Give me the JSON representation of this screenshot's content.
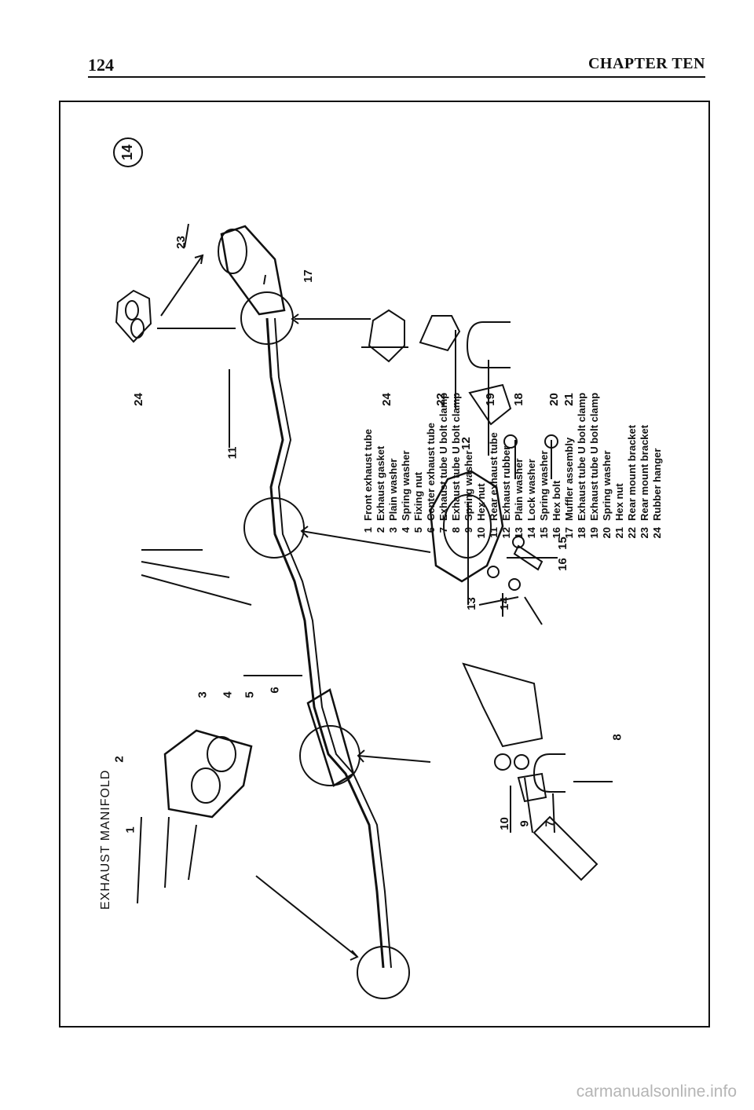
{
  "header": {
    "page_number": "124",
    "chapter": "CHAPTER TEN"
  },
  "figure": {
    "number": "14",
    "manifold_label": "EXHAUST MANIFOLD"
  },
  "legend": [
    {
      "num": "1",
      "text": "Front exhaust tube"
    },
    {
      "num": "2",
      "text": "Exhaust gasket"
    },
    {
      "num": "3",
      "text": "Plain washer"
    },
    {
      "num": "4",
      "text": "Spring washer"
    },
    {
      "num": "5",
      "text": "Fixing nut"
    },
    {
      "num": "6",
      "text": "Center exhaust tube"
    },
    {
      "num": "7",
      "text": "Exhaust tube U bolt clamp"
    },
    {
      "num": "8",
      "text": "Exhaust tube U bolt clamp"
    },
    {
      "num": "9",
      "text": "Spring washer"
    },
    {
      "num": "10",
      "text": "Hex nut"
    },
    {
      "num": "11",
      "text": "Rear exhaust tube"
    },
    {
      "num": "12",
      "text": "Exhaust rubber"
    },
    {
      "num": "13",
      "text": "Plain washer"
    },
    {
      "num": "14",
      "text": "Lock washer"
    },
    {
      "num": "15",
      "text": "Spring washer"
    },
    {
      "num": "16",
      "text": "Hex bolt"
    },
    {
      "num": "17",
      "text": "Muffler assembly"
    },
    {
      "num": "18",
      "text": "Exhaust tube U bolt clamp"
    },
    {
      "num": "19",
      "text": "Exhaust tube U bolt clamp"
    },
    {
      "num": "20",
      "text": "Spring washer"
    },
    {
      "num": "21",
      "text": "Hex nut"
    },
    {
      "num": "22",
      "text": "Rear mount bracket"
    },
    {
      "num": "23",
      "text": "Rear mount bracket"
    },
    {
      "num": "24",
      "text": "Rubber hanger"
    }
  ],
  "callouts": [
    "1",
    "2",
    "3",
    "4",
    "5",
    "6",
    "7",
    "8",
    "9",
    "10",
    "11",
    "12",
    "13",
    "14",
    "15",
    "16",
    "17",
    "18",
    "19",
    "20",
    "21",
    "22",
    "23",
    "24",
    "24"
  ],
  "watermark": "carmanualsonline.info"
}
